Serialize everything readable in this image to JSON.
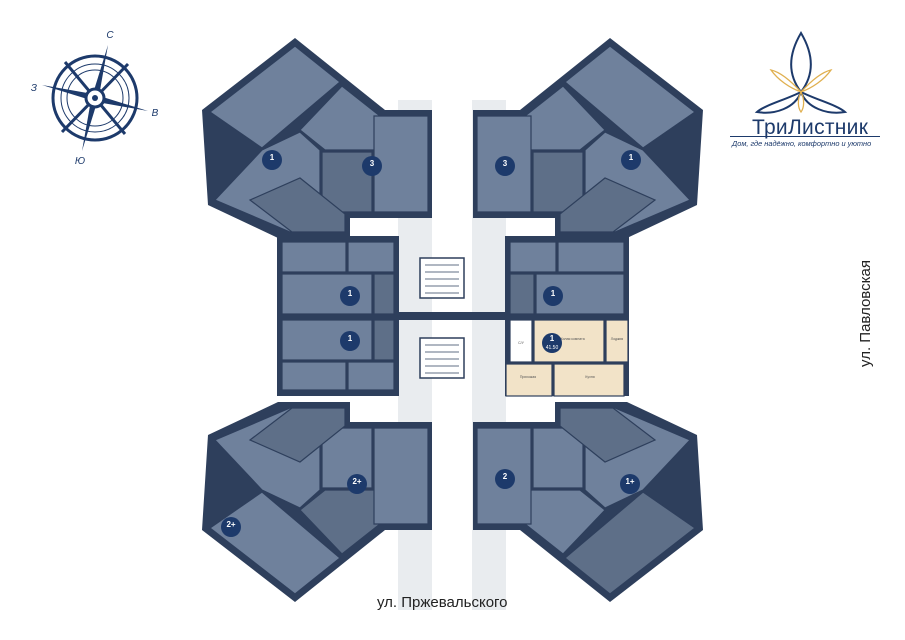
{
  "compass": {
    "north": "С",
    "east": "В",
    "south": "Ю",
    "west": "З"
  },
  "logo": {
    "title": "ТриЛистник",
    "tagline": "Дом, где надёжно, комфортно и уютно"
  },
  "streets": {
    "bottom": "ул. Пржевальского",
    "right": "ул. Павловская"
  },
  "apartments": [
    {
      "id": "tl-1",
      "rooms": "1"
    },
    {
      "id": "tl-3",
      "rooms": "3"
    },
    {
      "id": "tr-3",
      "rooms": "3"
    },
    {
      "id": "tr-1",
      "rooms": "1"
    },
    {
      "id": "ml-1a",
      "rooms": "1"
    },
    {
      "id": "ml-1b",
      "rooms": "1"
    },
    {
      "id": "mr-1a",
      "rooms": "1"
    },
    {
      "id": "bl-2a",
      "rooms": "2+"
    },
    {
      "id": "bl-2b",
      "rooms": "2+"
    },
    {
      "id": "br-2",
      "rooms": "2"
    },
    {
      "id": "br-1",
      "rooms": "1+"
    }
  ],
  "selected_apartment": {
    "rooms": "1",
    "area": "41.50",
    "living_room": "Жилая комната",
    "kitchen": "Кухня",
    "hall": "Прихожая",
    "bathroom": "С/У",
    "loggia": "Лоджия"
  },
  "colors": {
    "accent": "#1d3a6b",
    "selected": "#f2e3c8",
    "walls": "#2e3f5c",
    "rooms": "#6f819c"
  }
}
